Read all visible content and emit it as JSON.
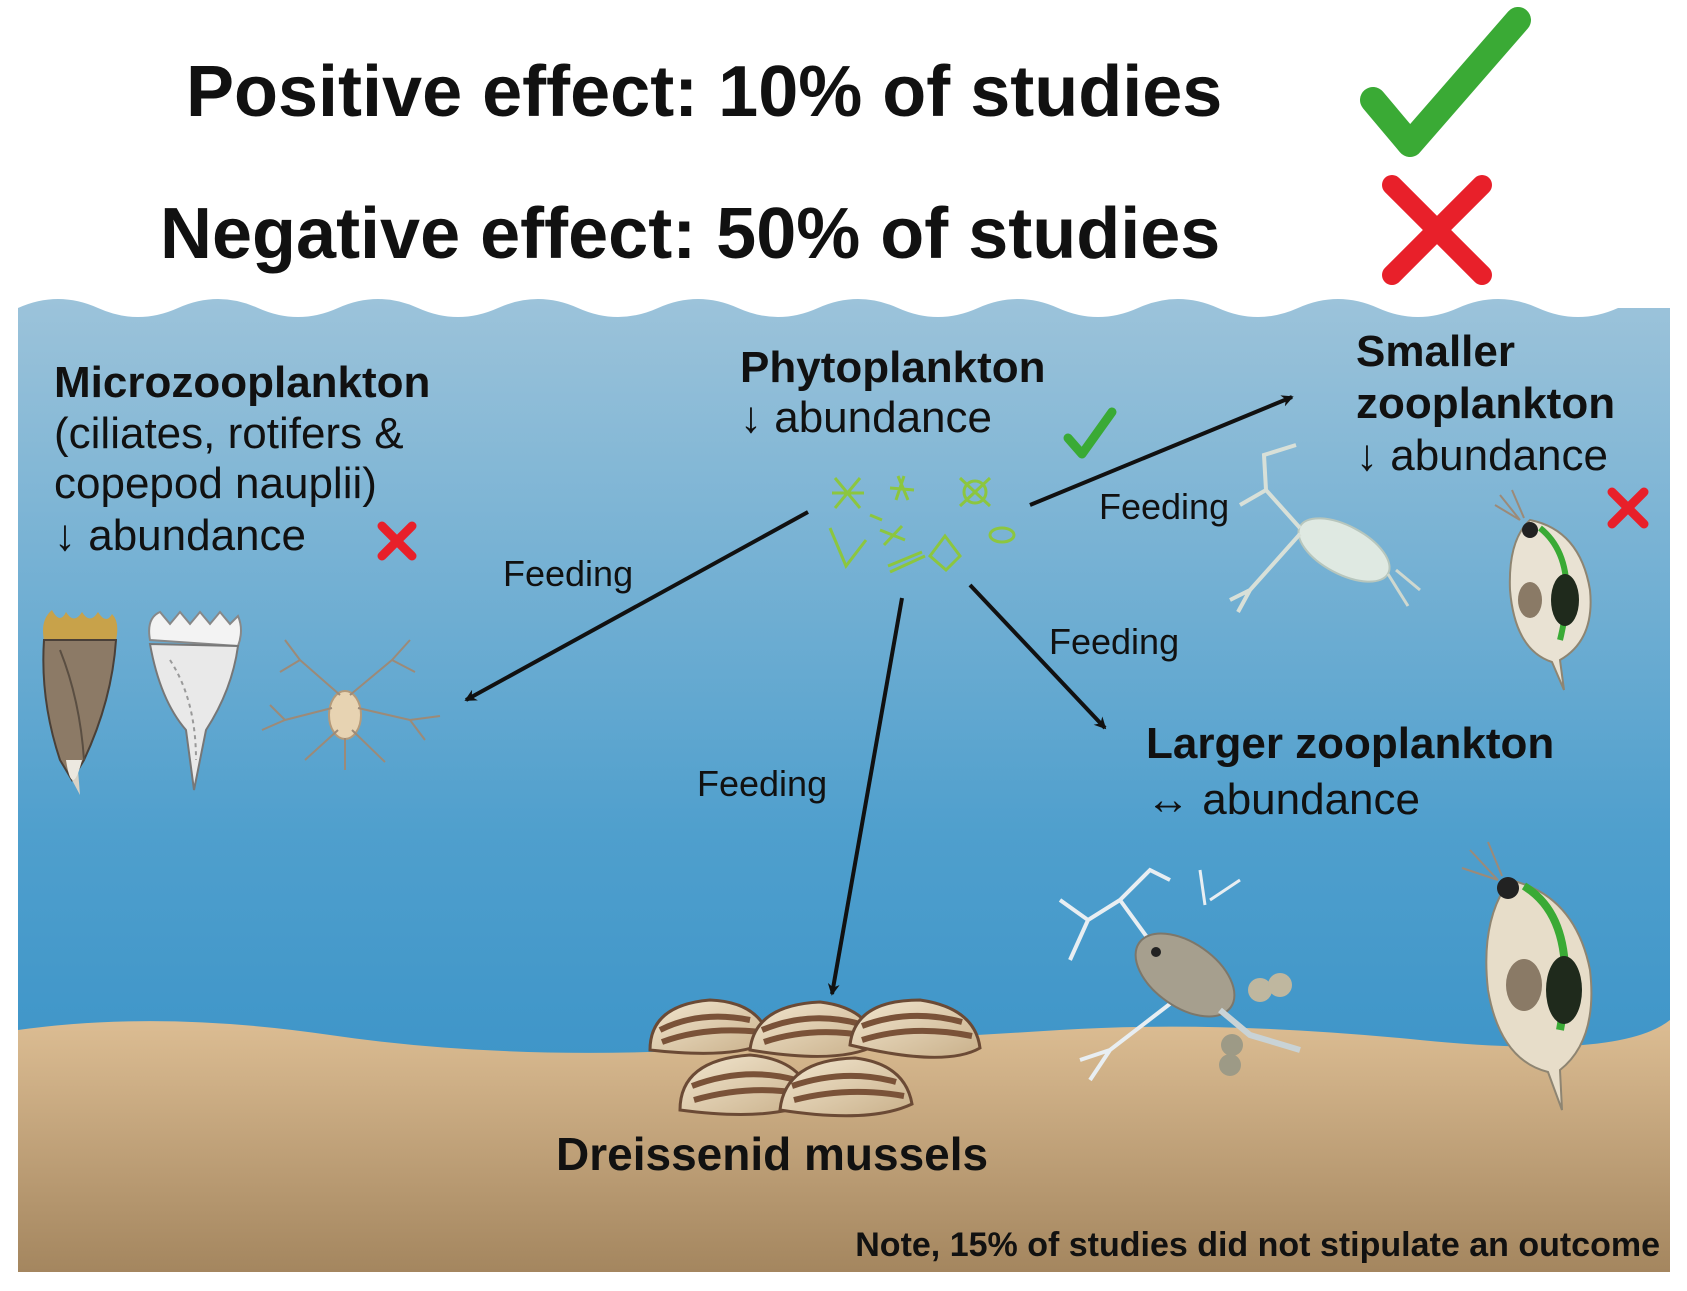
{
  "header": {
    "positive": "Positive effect: 10% of studies",
    "negative": "Negative effect: 50% of studies"
  },
  "groups": {
    "phytoplankton": {
      "name": "Phytoplankton",
      "effect": "↓ abundance"
    },
    "microzooplankton": {
      "name": "Microzooplankton",
      "detail_1": "(ciliates, rotifers &",
      "detail_2": "copepod nauplii)",
      "effect": "↓ abundance"
    },
    "smaller_zooplankton": {
      "name_1": "Smaller",
      "name_2": "zooplankton",
      "effect": "↓ abundance"
    },
    "larger_zooplankton": {
      "name": "Larger zooplankton",
      "effect": "↔ abundance"
    },
    "mussels": {
      "name": "Dreissenid mussels"
    }
  },
  "edges": {
    "to_micro": "Feeding",
    "to_mussels": "Feeding",
    "to_larger": "Feeding",
    "to_smaller": "Feeding"
  },
  "note": "Note, 15% of studies did not stipulate an outcome",
  "colors": {
    "check": "#3aaa35",
    "cross": "#e8202a",
    "water_top": "#9cc3da",
    "water_bottom": "#2f8cc4",
    "sediment_top": "#d9b98f",
    "sediment_bottom": "#a4865f",
    "phyto": "#8cc63f"
  },
  "icons": [
    "check-icon",
    "cross-icon",
    "arrow-icon",
    "mussel-icon",
    "rotifer-icon",
    "ciliate-icon",
    "nauplius-icon",
    "daphnia-icon",
    "copepod-icon",
    "phytoplankton-icon"
  ]
}
